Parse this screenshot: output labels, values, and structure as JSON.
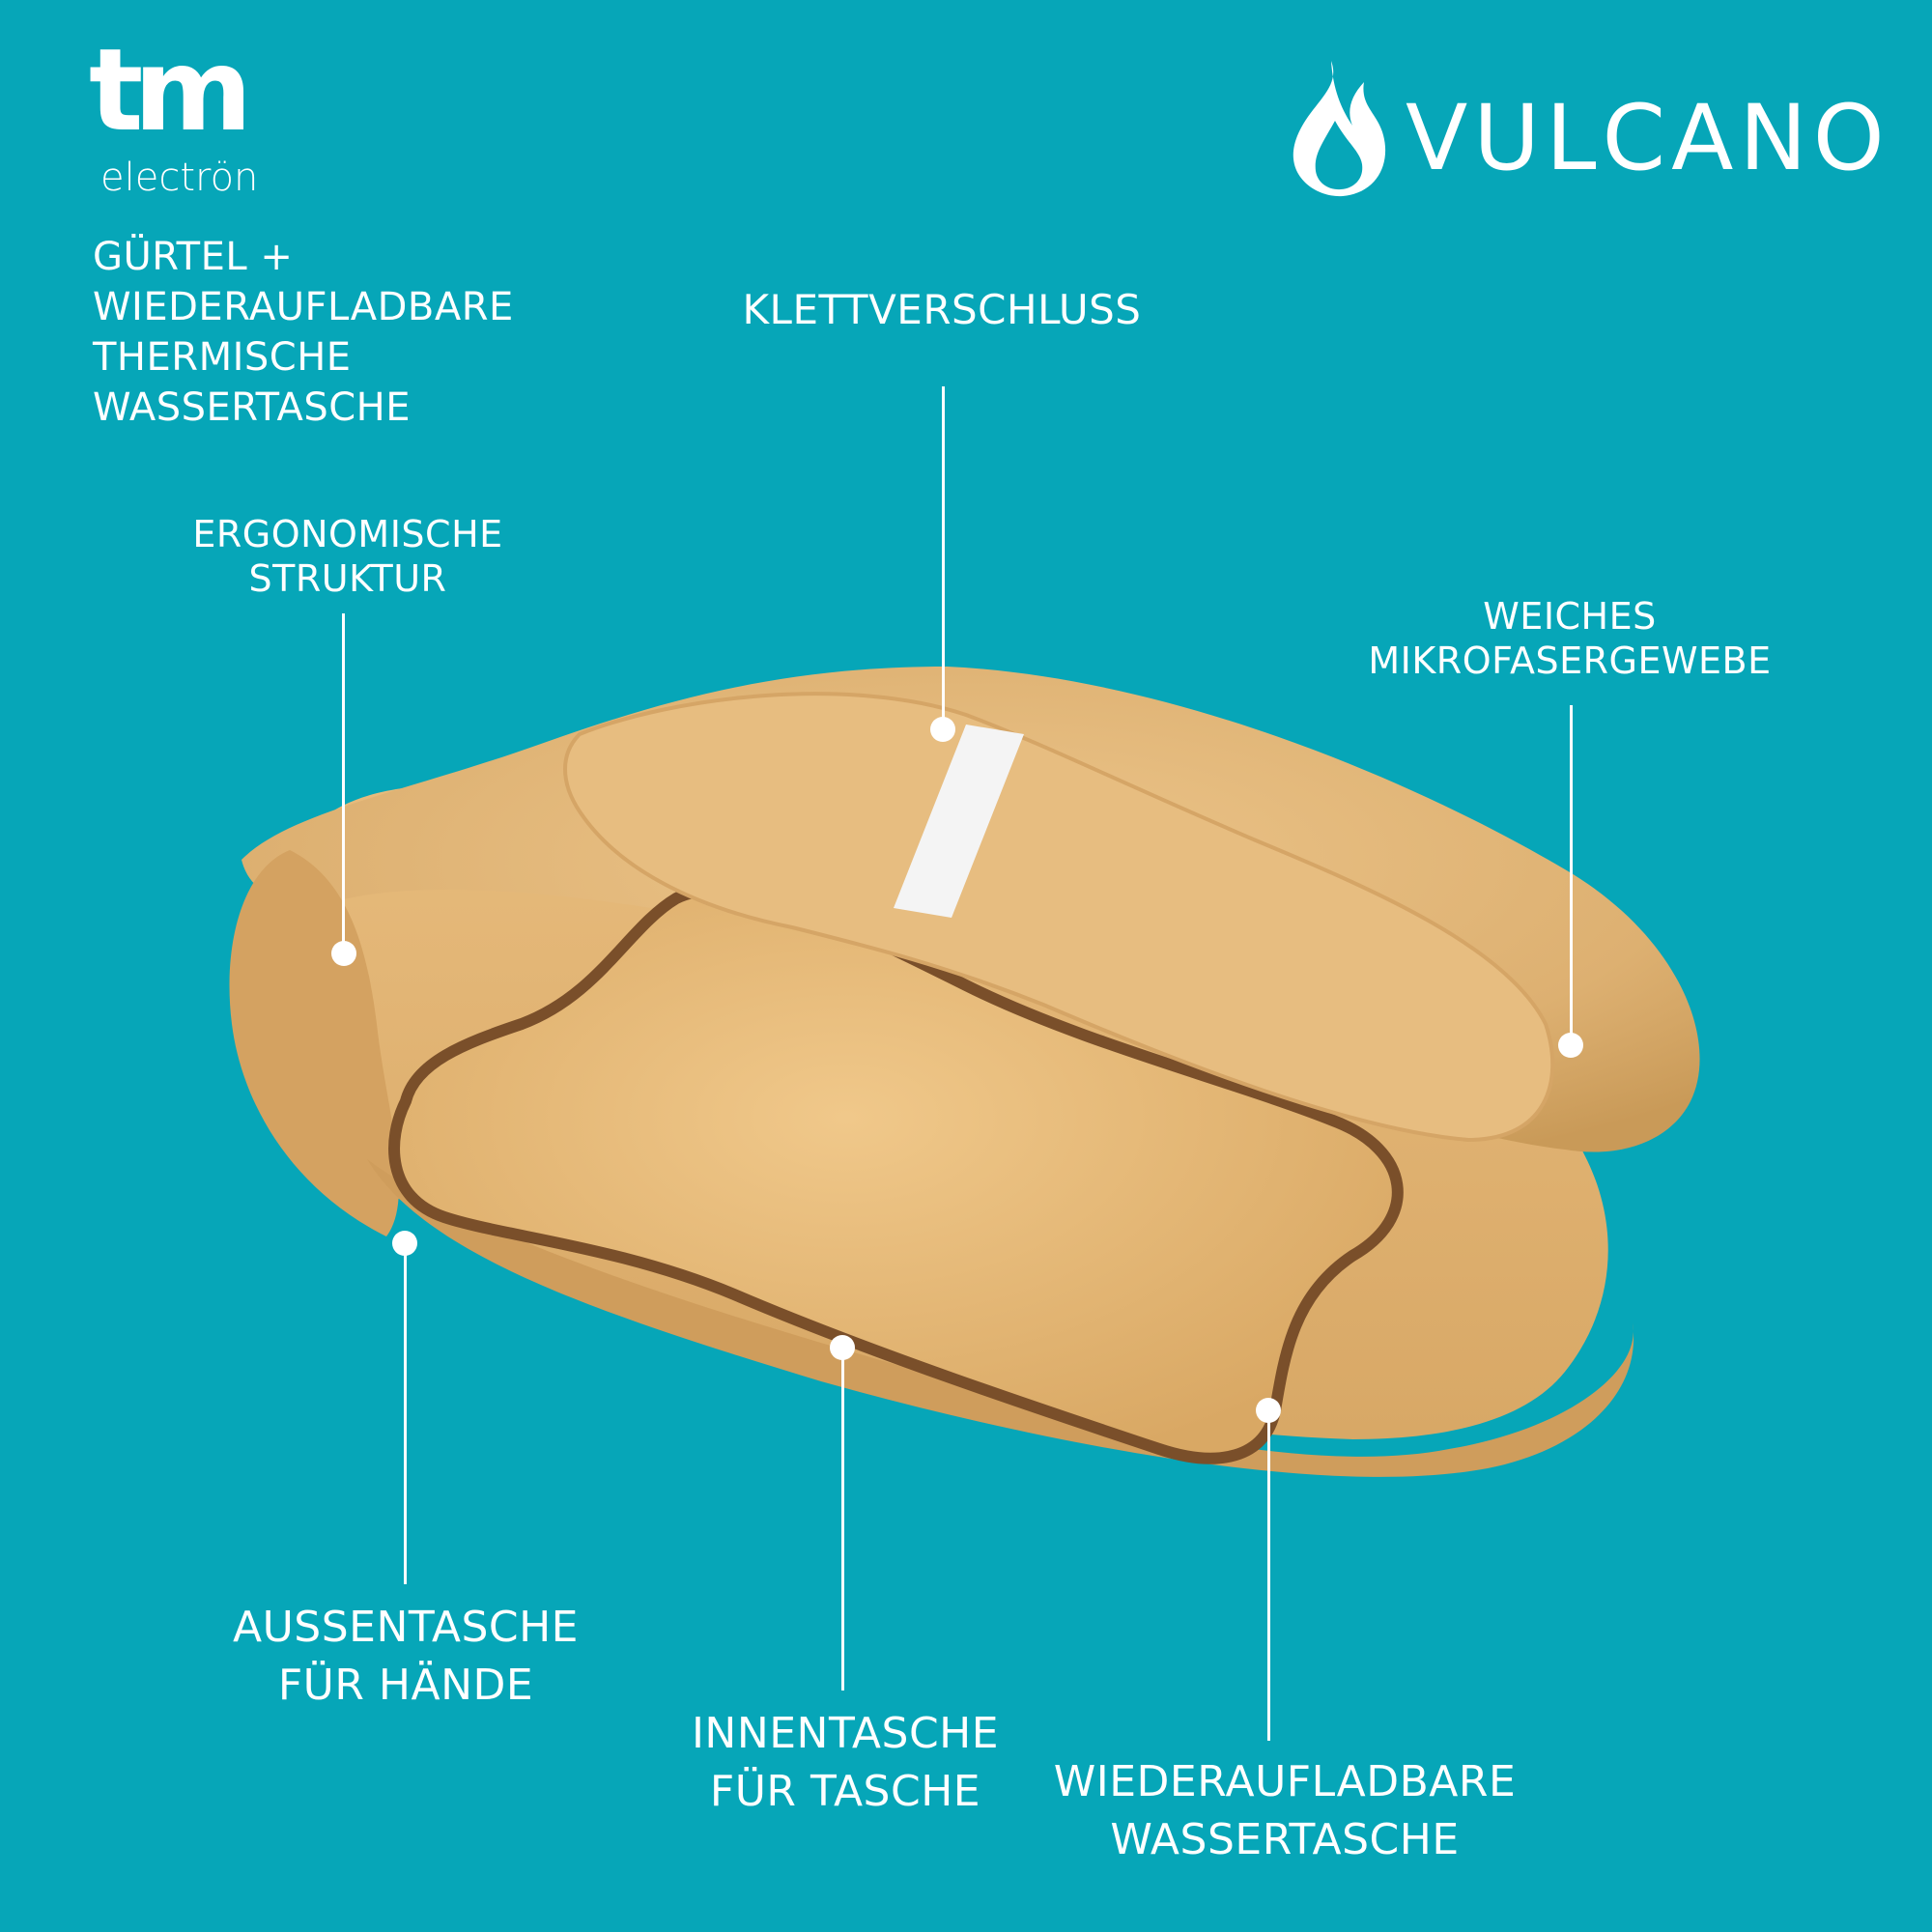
{
  "brand": {
    "tm_logo_main": "tm",
    "tm_logo_sub": "electrön",
    "vulcano_logo": "VULCANO"
  },
  "title": {
    "line1": "GÜRTEL +",
    "line2": "WIEDERAUFLADBARE",
    "line3": "THERMISCHE",
    "line4": "WASSERTASCHE"
  },
  "callouts": {
    "klettverschluss": {
      "line1": "KLETTVERSCHLUSS"
    },
    "ergonomische": {
      "line1": "ERGONOMISCHE",
      "line2": "STRUKTUR"
    },
    "weiches": {
      "line1": "WEICHES",
      "line2": "MIKROFASERGEWEBE"
    },
    "aussentasche": {
      "line1": "AUSSENTASCHE",
      "line2": "FÜR HÄNDE"
    },
    "innentasche": {
      "line1": "INNENTASCHE",
      "line2": "FÜR TASCHE"
    },
    "wasser": {
      "line1": "WIEDERAUFLADBARE",
      "line2": "WASSERTASCHE"
    }
  },
  "colors": {
    "background": "#06a6b8",
    "fabric": "#e2b777",
    "fabric_shadow": "#c99a58",
    "trim": "#7a4f2a",
    "text": "#ffffff"
  }
}
